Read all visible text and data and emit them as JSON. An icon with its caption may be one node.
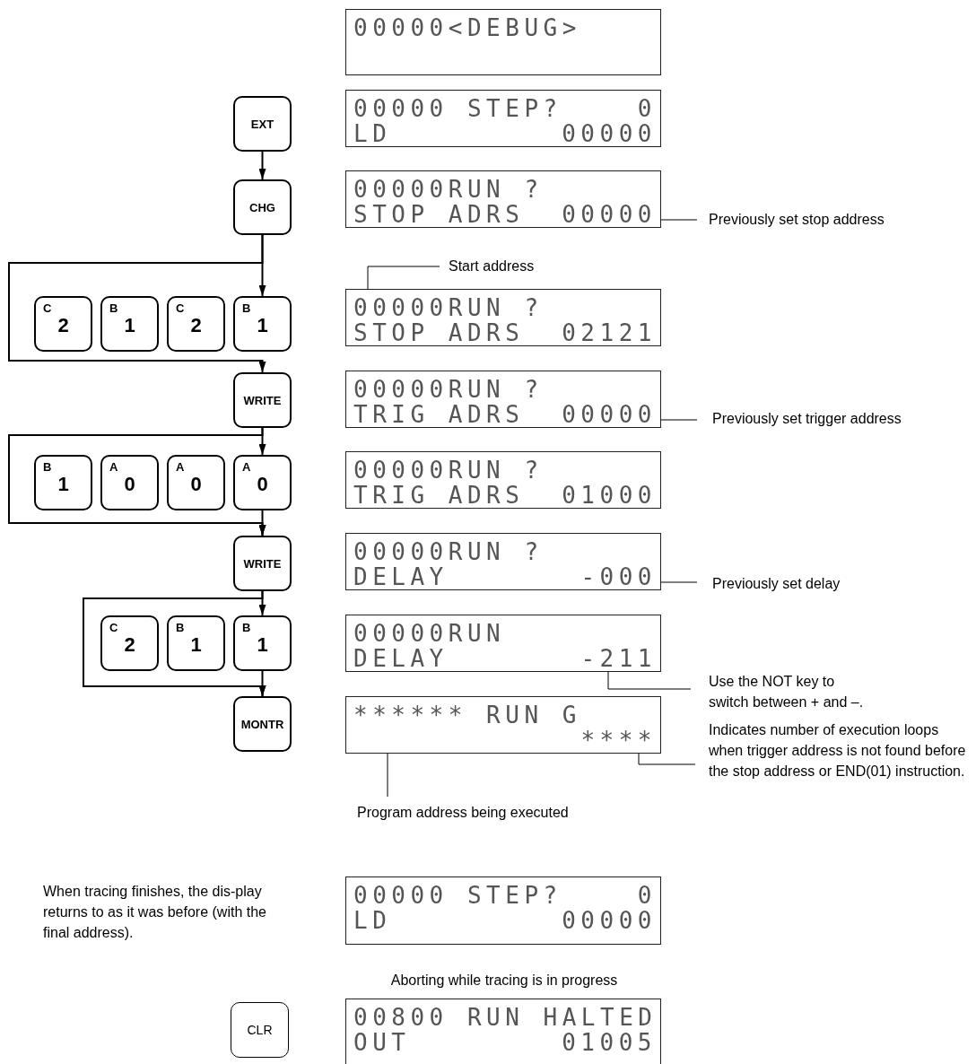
{
  "diagram": {
    "nodes": [
      {
        "text": [
          "00000<DEBUG>"
        ]
      },
      {
        "text": [
          "EXT"
        ]
      },
      {
        "text": [
          "00000 STEP?",
          "0",
          "LD",
          "00000"
        ]
      },
      {
        "text": [
          "CHG"
        ]
      },
      {
        "text": [
          "00000RUN ?",
          "STOP ADRS",
          "00000"
        ]
      },
      {
        "text": [
          "Previously set stop address"
        ]
      },
      {
        "text": [
          "Start address"
        ]
      },
      {
        "text": [
          "C",
          "2"
        ]
      },
      {
        "text": [
          "B",
          "1"
        ]
      },
      {
        "text": [
          "C",
          "2"
        ]
      },
      {
        "text": [
          "B",
          "1"
        ]
      },
      {
        "text": [
          "00000RUN ?",
          "STOP ADRS",
          "02121"
        ]
      },
      {
        "text": [
          "WRITE"
        ]
      },
      {
        "text": [
          "00000RUN ?",
          "TRIG ADRS",
          "00000"
        ]
      },
      {
        "text": [
          "Previously set trigger address"
        ]
      },
      {
        "text": [
          "B",
          "1"
        ]
      },
      {
        "text": [
          "A",
          "0"
        ]
      },
      {
        "text": [
          "A",
          "0"
        ]
      },
      {
        "text": [
          "A",
          "0"
        ]
      },
      {
        "text": [
          "00000RUN ?",
          "TRIG ADRS",
          "01000"
        ]
      },
      {
        "text": [
          "WRITE"
        ]
      },
      {
        "text": [
          "00000RUN ?",
          "DELAY",
          "-000"
        ]
      },
      {
        "text": [
          "Previously set delay"
        ]
      },
      {
        "text": [
          "C",
          "2"
        ]
      },
      {
        "text": [
          "B",
          "1"
        ]
      },
      {
        "text": [
          "B",
          "1"
        ]
      },
      {
        "text": [
          "00000RUN",
          "DELAY",
          "-211"
        ]
      },
      {
        "text": [
          "Use the NOT key to switch between + and –."
        ]
      },
      {
        "text": [
          "MONTR"
        ]
      },
      {
        "text": [
          "****** RUN G",
          "****"
        ]
      },
      {
        "text": [
          "Indicates number of execution loops when trigger address is not found before the stop address or END(01) instruction."
        ]
      },
      {
        "text": [
          "Program address being executed"
        ]
      },
      {
        "text": [
          "00000 STEP?",
          "0",
          "LD",
          "00000"
        ]
      },
      {
        "text": [
          "CLR"
        ]
      },
      {
        "text": [
          "00800 RUN HALTED",
          "OUT",
          "01005"
        ],
        "beside": [
          "Aborting while tracing is in progress"
        ]
      }
    ],
    "edges": [
      {
        "from": 1,
        "to": 3,
        "arrow": "to"
      },
      {
        "from": 3,
        "to": 10,
        "arrow": "to"
      },
      {
        "from": 3,
        "to": 12,
        "arrow": "to"
      },
      {
        "from": 12,
        "to": 18,
        "arrow": "to"
      },
      {
        "from": 12,
        "to": 20,
        "arrow": "to"
      },
      {
        "from": 18,
        "to": 20,
        "arrow": "to"
      },
      {
        "from": 20,
        "to": 25,
        "arrow": "to"
      },
      {
        "from": 20,
        "to": 28,
        "arrow": "to"
      },
      {
        "from": 25,
        "to": 28,
        "arrow": "to"
      },
      {
        "from": 5,
        "to": 4,
        "arrow": "none"
      },
      {
        "from": 6,
        "to": 11,
        "arrow": "none"
      },
      {
        "from": 14,
        "to": 13,
        "arrow": "none"
      },
      {
        "from": 22,
        "to": 21,
        "arrow": "none"
      },
      {
        "from": 27,
        "to": 26,
        "arrow": "none"
      },
      {
        "from": 30,
        "to": 29,
        "arrow": "none"
      },
      {
        "from": 31,
        "to": 29,
        "arrow": "none"
      }
    ],
    "labels": [
      "When tracing finishes, the dis-play returns to as it was before (with the final address)."
    ]
  }
}
